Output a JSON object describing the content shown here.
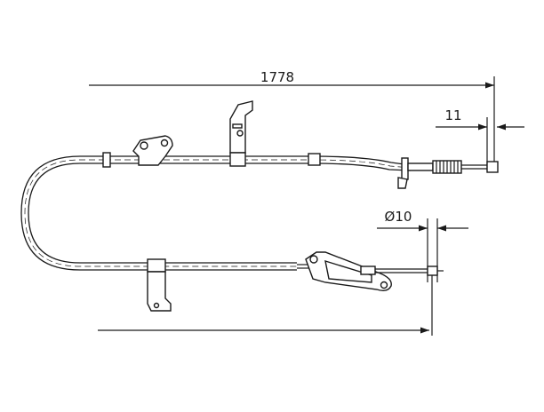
{
  "dimensions": {
    "overall_length": "1778",
    "end_fitting_length": "11",
    "diameter": "Ø10"
  },
  "colors": {
    "line": "#1a1a1a",
    "background": "#ffffff"
  }
}
